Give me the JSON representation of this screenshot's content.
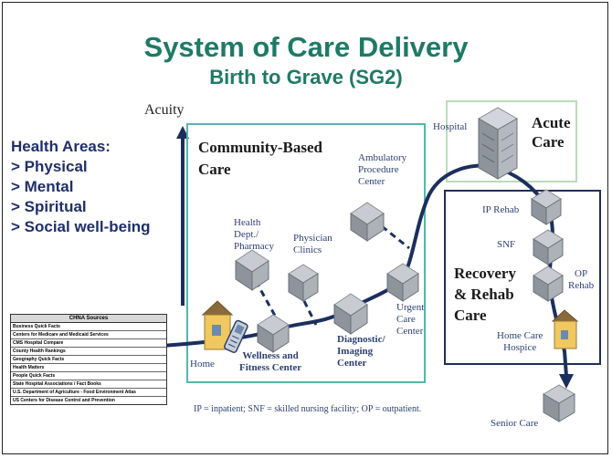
{
  "title": "System of Care Delivery",
  "subtitle": "Birth to Grave  (SG2)",
  "axis_label": "Acuity",
  "health_areas": {
    "heading": "Health Areas:",
    "items": [
      "> Physical",
      "> Mental",
      "> Spiritual",
      "> Social well-being"
    ]
  },
  "community_box_title": [
    "Community-Based",
    "Care"
  ],
  "acute_title": [
    "Acute",
    "Care"
  ],
  "recovery_title": [
    "Recovery",
    "& Rehab",
    "Care"
  ],
  "nodes": {
    "hospital": "Hospital",
    "ambulatory": [
      "Ambulatory",
      "Procedure",
      "Center"
    ],
    "health_dept": [
      "Health",
      "Dept./",
      "Pharmacy"
    ],
    "physician": [
      "Physician",
      "Clinics"
    ],
    "urgent": [
      "Urgent",
      "Care",
      "Center"
    ],
    "diagnostic": [
      "Diagnostic/",
      "Imaging",
      "Center"
    ],
    "wellness": [
      "Wellness and",
      "Fitness Center"
    ],
    "home": "Home",
    "ip_rehab": "IP Rehab",
    "snf": "SNF",
    "op_rehab": [
      "OP",
      "Rehab"
    ],
    "home_care": [
      "Home Care",
      "Hospice"
    ],
    "senior": "Senior Care"
  },
  "chna": {
    "heading": "CHNA Sources",
    "rows": [
      "Business Quick Facts",
      "Centers for Medicare and Medicaid Services",
      "CMS Hospital Compare",
      "County Health Rankings",
      "Geography Quick Facts",
      "Health Matters",
      "People Quick Facts",
      "State Hospital Associations / Fact Books",
      "U.S. Department of Agriculture - Food Environment Atlas",
      "US Centers for Disease Control and Prevention"
    ]
  },
  "footnote": "IP = inpatient; SNF = skilled nursing facility; OP = outpatient.",
  "colors": {
    "title": "#1e7a67",
    "path": "#1b2f5e",
    "teal_box": "#52b7ad",
    "navy_box": "#1f2f57",
    "green_box": "#b9dcb9"
  }
}
